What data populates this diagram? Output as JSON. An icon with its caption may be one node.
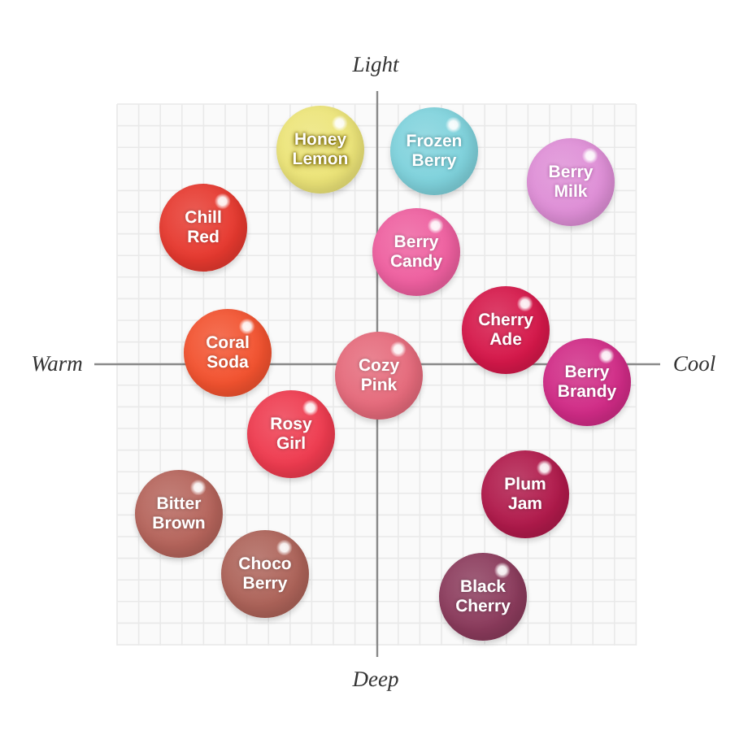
{
  "diagram": {
    "nodes": [
      {
        "text": [
          "Honey Lemon"
        ]
      },
      {
        "text": [
          "Frozen Berry"
        ]
      },
      {
        "text": [
          "Berry Milk"
        ]
      },
      {
        "text": [
          "Chill Red"
        ]
      },
      {
        "text": [
          "Berry Candy"
        ]
      },
      {
        "text": [
          "Cherry Ade"
        ]
      },
      {
        "text": [
          "Coral Soda"
        ]
      },
      {
        "text": [
          "Cozy Pink"
        ]
      },
      {
        "text": [
          "Berry Brandy"
        ]
      },
      {
        "text": [
          "Rosy Girl"
        ]
      },
      {
        "text": [
          "Plum Jam"
        ]
      },
      {
        "text": [
          "Bitter Brown"
        ]
      },
      {
        "text": [
          "Choco Berry"
        ]
      },
      {
        "text": [
          "Black Cherry"
        ]
      }
    ],
    "labels": [
      "Light",
      "Warm",
      "Cool",
      "Deep"
    ]
  }
}
